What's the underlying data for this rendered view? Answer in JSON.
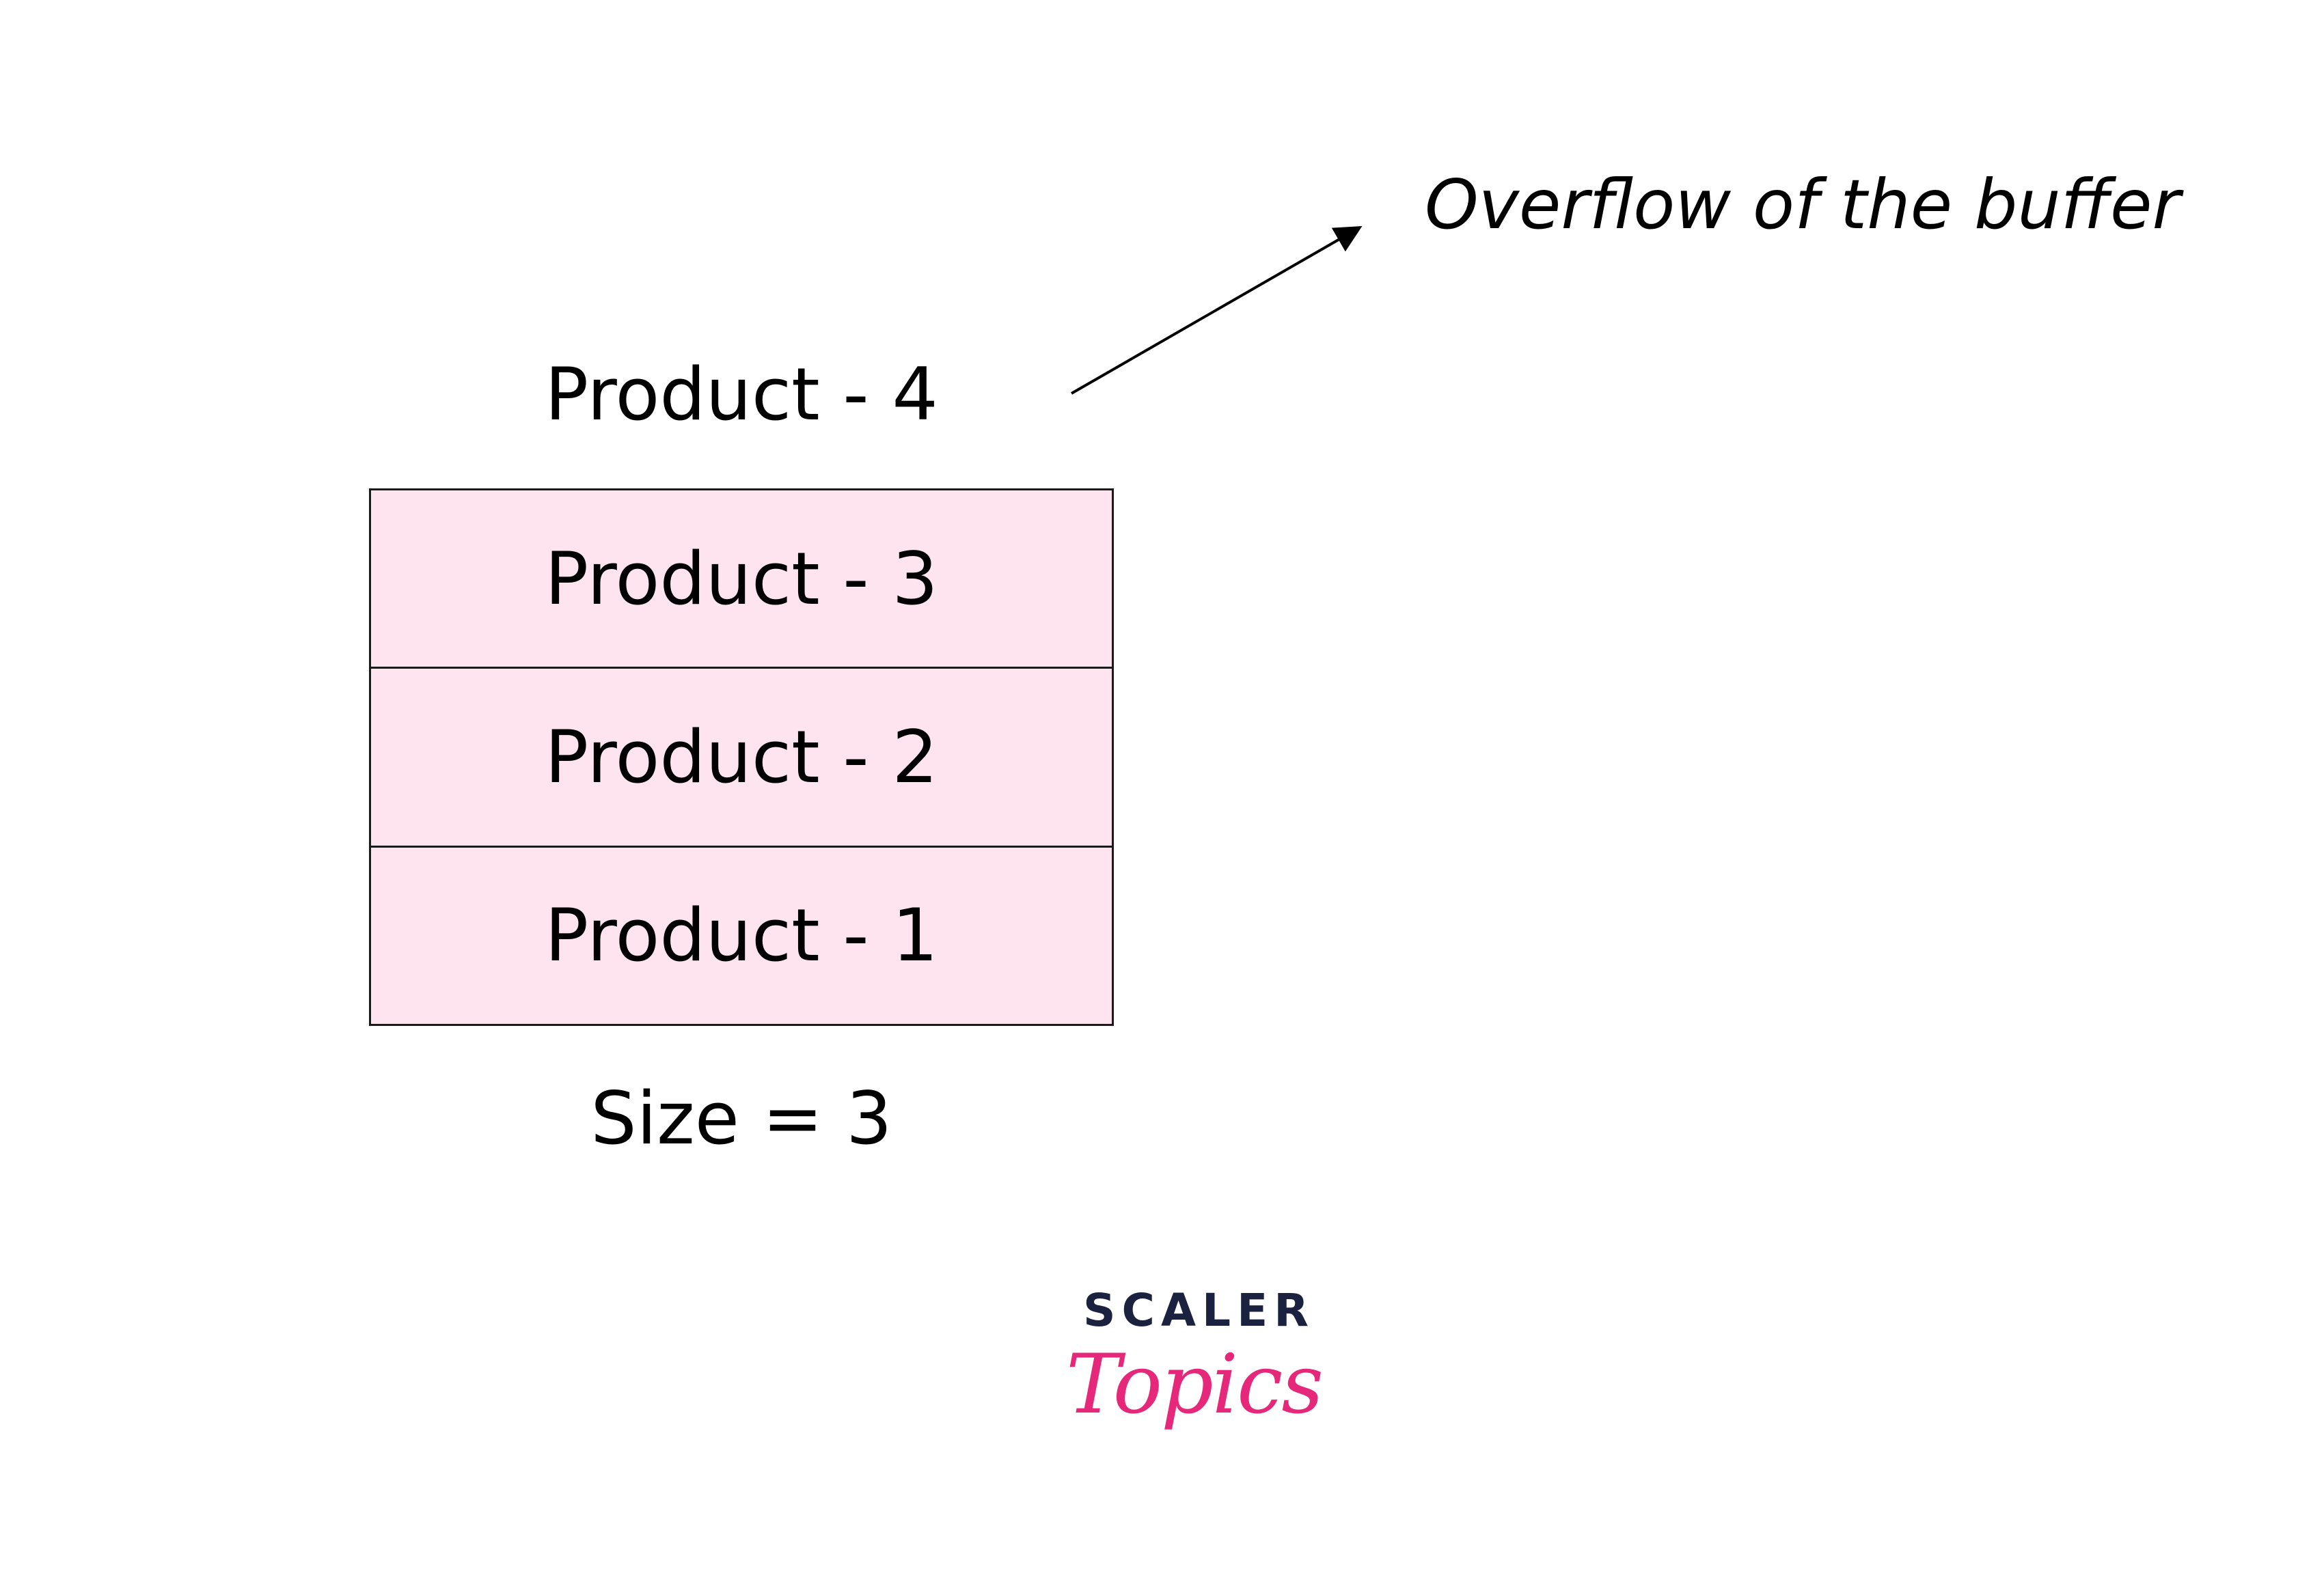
{
  "diagram": {
    "incoming_item": "Product - 4",
    "overflow_label": "Overflow of the buffer",
    "buffer_slots": [
      {
        "label": "Product - 3"
      },
      {
        "label": "Product - 2"
      },
      {
        "label": "Product - 1"
      }
    ],
    "size_label": "Size = 3",
    "colors": {
      "slot_fill": "#fde4ef",
      "border": "#1a1a1a",
      "text": "#000000",
      "arrow": "#000000"
    }
  },
  "logo": {
    "line1": "SCALER",
    "line2": "Topics",
    "colors": {
      "line1": "#1b2240",
      "line2": "#e6287a"
    }
  }
}
